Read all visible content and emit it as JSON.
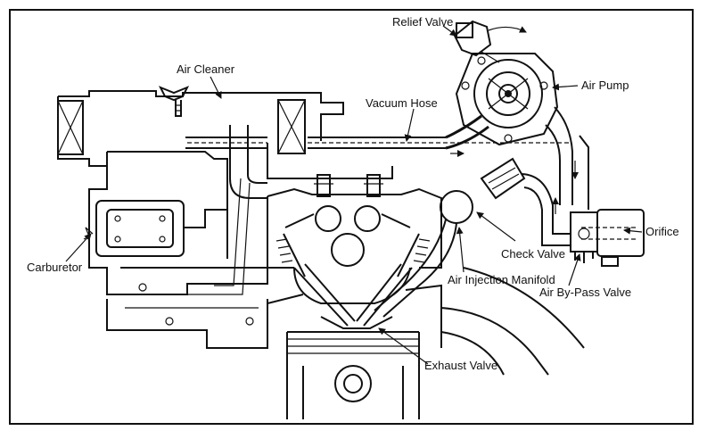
{
  "labels": {
    "relief_valve": "Relief Valve",
    "air_cleaner": "Air Cleaner",
    "air_pump": "Air Pump",
    "vacuum_hose": "Vacuum Hose",
    "orifice": "Orifice",
    "check_valve": "Check Valve",
    "carburetor": "Carburetor",
    "air_injection_manifold": "Air Injection Manifold",
    "air_bypass_valve": "Air By-Pass Valve",
    "exhaust_valve": "Exhaust Valve"
  }
}
